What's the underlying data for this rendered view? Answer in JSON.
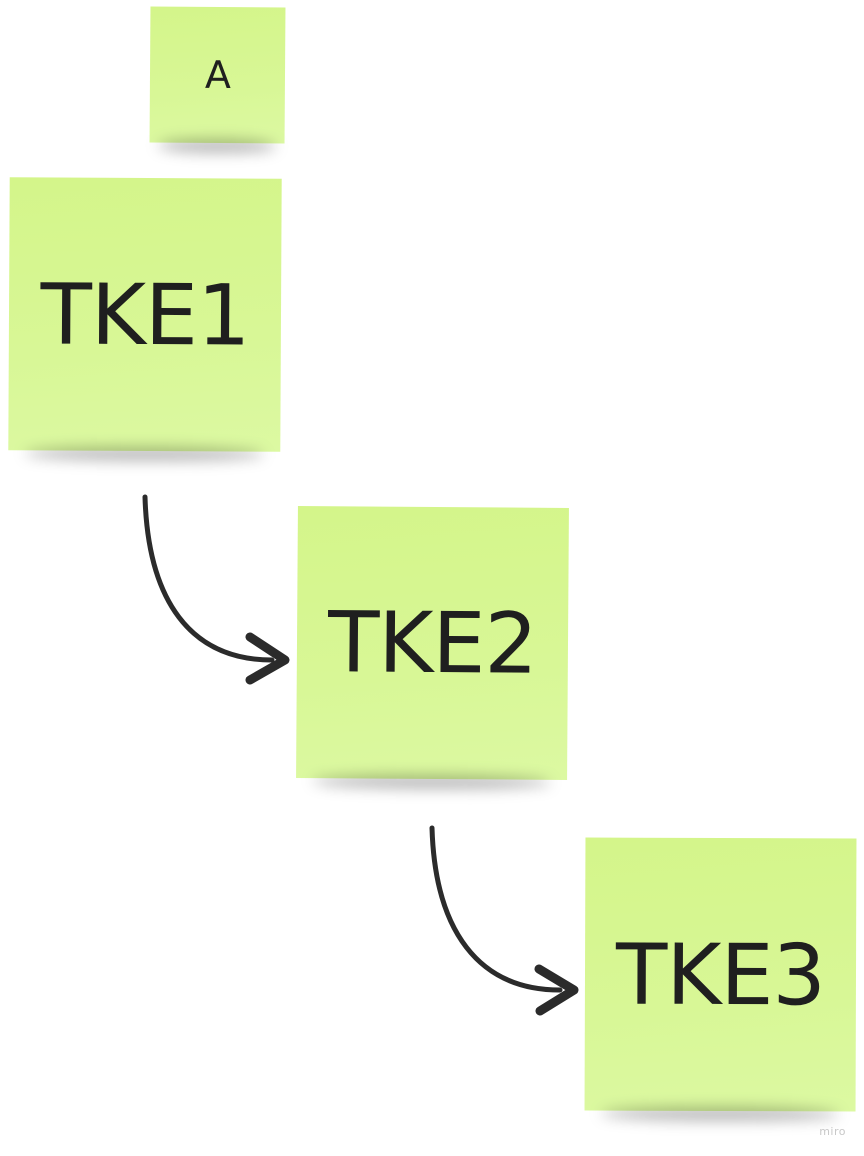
{
  "board": {
    "notes": [
      {
        "id": "a",
        "label": "A",
        "color": "#d6f690"
      },
      {
        "id": "tke1",
        "label": "TKE1",
        "color": "#d6f690"
      },
      {
        "id": "tke2",
        "label": "TKE2",
        "color": "#d6f690"
      },
      {
        "id": "tke3",
        "label": "TKE3",
        "color": "#d6f690"
      }
    ],
    "connectors": [
      {
        "from": "TKE1",
        "to": "TKE2"
      },
      {
        "from": "TKE2",
        "to": "TKE3"
      }
    ],
    "connector_color": "#2b2b2b",
    "watermark": "miro"
  }
}
